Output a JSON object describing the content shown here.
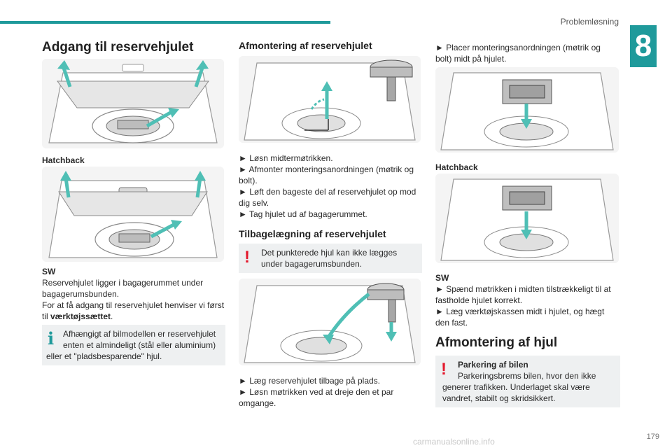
{
  "header": {
    "section": "Problemløsning",
    "chapter": "8"
  },
  "col1": {
    "title": "Adgang til reservehjulet",
    "label_hatchback": "Hatchback",
    "label_sw": "SW",
    "para": [
      "Reservehjulet ligger i bagagerummet under",
      "bagagerumsbunden.",
      "For at få adgang til reservehjulet henviser vi først"
    ],
    "para_last_prefix": "til ",
    "para_last_bold": "værktøjssættet",
    "para_last_suffix": ".",
    "info_note": [
      "Afhængigt af bilmodellen er reservehjulet",
      "enten et almindeligt (stål eller aluminium)",
      "eller et \"pladsbesparende\" hjul."
    ]
  },
  "col2": {
    "title": "Afmontering af reservehjulet",
    "steps": [
      "► Løsn midtermøtrikken.",
      "► Afmonter monteringsanordningen (møtrik og",
      "bolt).",
      "► Løft den bageste del af reservehjulet op mod",
      "dig selv.",
      "► Tag hjulet ud af bagagerummet."
    ],
    "subtitle": "Tilbagelægning af reservehjulet",
    "warn_note": [
      "Det punkterede hjul kan ikke lægges",
      "under bagagerumsbunden."
    ],
    "steps2": [
      "► Læg reservehjulet tilbage på plads.",
      "► Løsn møtrikken ved at dreje den et par",
      "omgange."
    ]
  },
  "col3": {
    "intro": [
      "► Placer monteringsanordningen (møtrik og",
      "bolt) midt på hjulet."
    ],
    "label_hatchback": "Hatchback",
    "label_sw": "SW",
    "steps": [
      "► Spænd møtrikken i midten tilstrækkeligt til at",
      "fastholde hjulet korrekt.",
      "► Læg værktøjskassen midt i hjulet, og hægt",
      "den fast."
    ],
    "title": "Afmontering af hjul",
    "warn_title": "Parkering af bilen",
    "warn_note": [
      "Parkeringsbrems bilen, hvor den ikke",
      "generer trafikken. Underlaget skal være",
      "vandret, stabilt og skridsikkert."
    ]
  },
  "footer": {
    "page_number": "179",
    "watermark": "carmanualsonline.info"
  },
  "colors": {
    "accent": "#1f9a9b",
    "warning": "#e3172b",
    "note_bg": "#eef0f1"
  }
}
